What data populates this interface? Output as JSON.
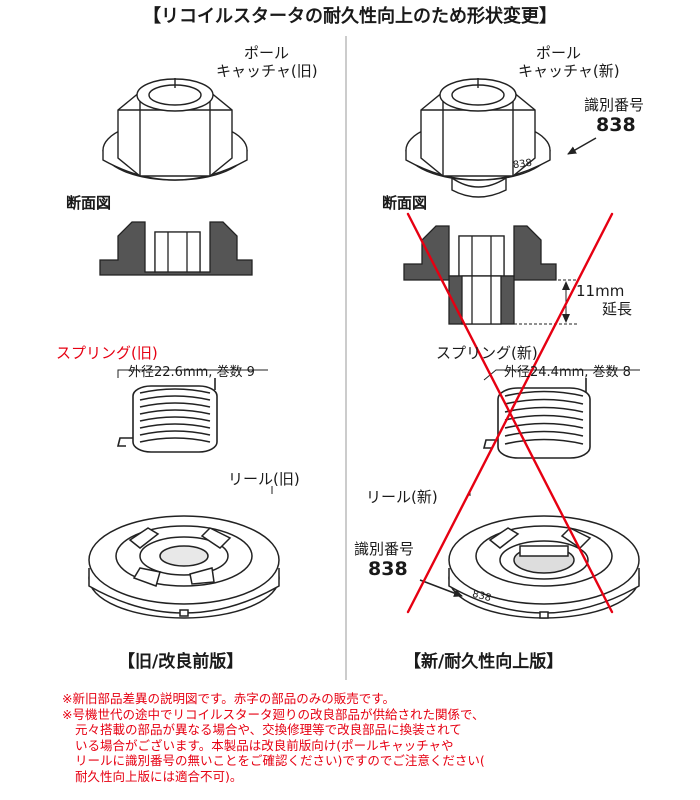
{
  "title": "【リコイルスタータの耐久性向上のため形状変更】",
  "left": {
    "catcher_label_1": "ポール",
    "catcher_label_2": "キャッチャ(旧)",
    "section_label": "断面図",
    "spring_label": "スプリング(旧)",
    "spring_spec": "外径22.6mm, 巻数 9",
    "reel_label": "リール(旧)",
    "caption": "【旧/改良前版】"
  },
  "right": {
    "catcher_label_1": "ポール",
    "catcher_label_2": "キャッチャ(新)",
    "id_label": "識別番号",
    "id_number": "838",
    "engraved": "838",
    "section_label": "断面図",
    "extension_1": "11mm",
    "extension_2": "延長",
    "spring_label": "スプリング(新)",
    "spring_spec": "外径24.4mm, 巻数 8",
    "reel_label": "リール(新)",
    "reel_id_label": "識別番号",
    "reel_id_number": "838",
    "reel_engraved": "838",
    "caption": "【新/耐久性向上版】"
  },
  "notes": [
    "※新旧部品差異の説明図です。赤字の部品のみの販売です。",
    "※号機世代の途中でリコイルスタータ廻りの改良部品が供給された関係で、",
    "元々搭載の部品が異なる場合や、交換修理等で改良部品に換装されて",
    "いる場合がございます。本製品は改良前版向け(ポールキャッチャや",
    "リールに識別番号の無いことをご確認ください)ですのでご注意ください(",
    "耐久性向上版には適合不可)。"
  ],
  "colors": {
    "accent_red": "#e60012",
    "line": "#222222",
    "section_fill": "#555555"
  }
}
